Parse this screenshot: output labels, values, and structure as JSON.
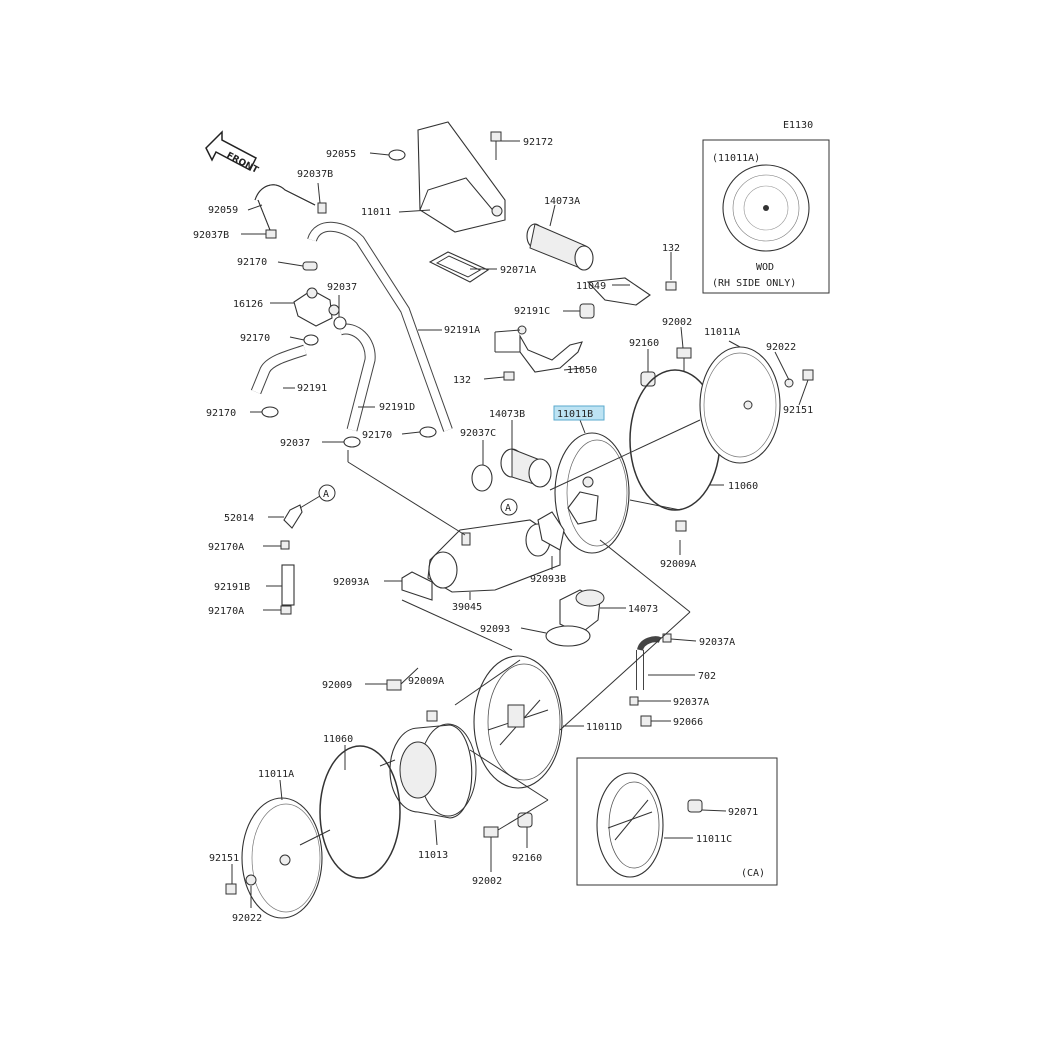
{
  "diagram_code": "E1130",
  "front_label": "FRONT",
  "insets": {
    "wod": {
      "part": "(11011A)",
      "caption_1": "WOD",
      "caption_2": "(RH SIDE ONLY)"
    },
    "ca": {
      "caption": "(CA)"
    }
  },
  "highlight_color": "#bde3f3",
  "labels": {
    "p92055": "92055",
    "p92172": "92172",
    "p92037B_top": "92037B",
    "p92059": "92059",
    "p11011": "11011",
    "p14073A": "14073A",
    "p92037B_left": "92037B",
    "p92170_a": "92170",
    "p92071A": "92071A",
    "p132_top": "132",
    "p11049": "11049",
    "p16126": "16126",
    "p92037_top": "92037",
    "p92191C": "92191C",
    "p92191A": "92191A",
    "p92170_b": "92170",
    "p92002_top": "92002",
    "p11011A_top": "11011A",
    "p92160_top": "92160",
    "p92022_top": "92022",
    "p11050": "11050",
    "p132_mid": "132",
    "p92191": "92191",
    "p92151_top": "92151",
    "p92170_c": "92170",
    "p92191D": "92191D",
    "p14073B": "14073B",
    "p11011B": "11011B",
    "p92037C": "92037C",
    "p92037_mid": "92037",
    "p92170_d": "92170",
    "p11060_top": "11060",
    "p52014": "52014",
    "p92009A_top": "92009A",
    "p92170A_1": "92170A",
    "p92093A": "92093A",
    "p92093B": "92093B",
    "p92191B": "92191B",
    "p92170A_2": "92170A",
    "p39045": "39045",
    "p14073": "14073",
    "p92093": "92093",
    "p92037A_1": "92037A",
    "p702": "702",
    "p92009": "92009",
    "p92009A_bot": "92009A",
    "p92037A_2": "92037A",
    "p11011D": "11011D",
    "p92066": "92066",
    "p11060_bot": "11060",
    "p11011A_bot": "11011A",
    "p92071": "92071",
    "p11011C": "11011C",
    "p92151_bot": "92151",
    "p11013": "11013",
    "p92160_bot": "92160",
    "p92002_bot": "92002",
    "p92022_bot": "92022",
    "ref_a": "A"
  }
}
